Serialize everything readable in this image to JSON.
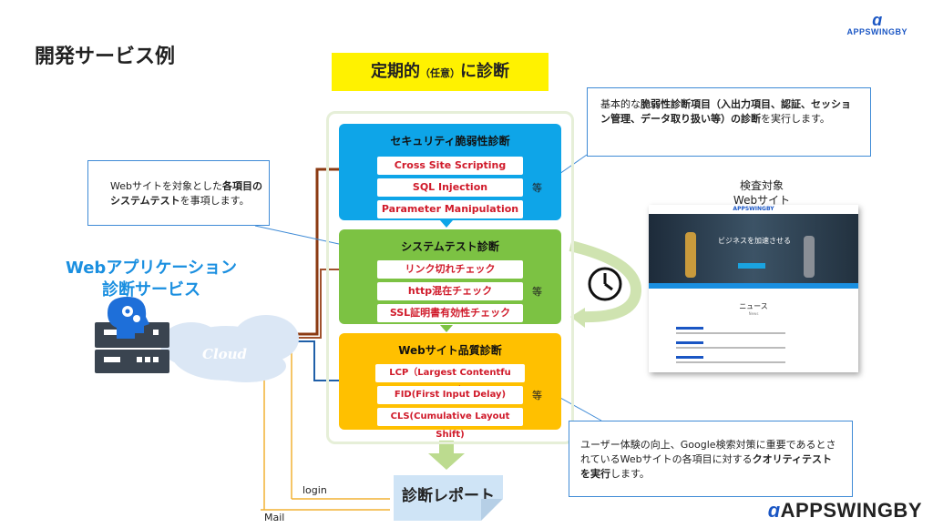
{
  "page_title": "開発サービス例",
  "logo": {
    "small": "APPSWINGBY",
    "large": "APPSWINGBY"
  },
  "banner": {
    "main1": "定期的",
    "small": "（任意）",
    "main2": "に診断"
  },
  "left_callout": {
    "line1_pre": "Webサイトを対象とした",
    "line1_bold": "各項目の",
    "line2_bold": "システムテスト",
    "line2_post": "を事項します。"
  },
  "right_callout": {
    "pre": "基本的な",
    "bold1": "脆弱性診断項目（入出力項目、認証、セッション管理、データ取り扱い等）の診断",
    "post": "を実行します。"
  },
  "bottom_callout": {
    "pre": "ユーザー体験の向上、Google検索対策に重要であるとされているWebサイトの各項目に対する",
    "bold": "クオリティテストを実行",
    "post": "します。"
  },
  "service": {
    "line1": "Webアプリケーション",
    "line2": "診断サービス",
    "cloud": "Cloud"
  },
  "sections": [
    {
      "title": "セキュリティ脆弱性診断",
      "items": [
        "Cross Site Scripting",
        "SQL Injection",
        "Parameter Manipulation"
      ],
      "etc": "等",
      "color": "#0ea5e8"
    },
    {
      "title": "システムテスト診断",
      "items": [
        "リンク切れチェック",
        "http混在チェック",
        "SSL証明書有効性チェック"
      ],
      "etc": "等",
      "color": "#7cc243"
    },
    {
      "title": "Webサイト品質診断",
      "items": [
        "LCP（Largest Contentfu Paint）",
        "FID(First Input Delay)",
        "CLS(Cumulative Layout Shift)"
      ],
      "etc": "等",
      "color": "#ffc000"
    }
  ],
  "report": "診断レポート",
  "flow": {
    "login": "login",
    "mail": "Mail"
  },
  "target": {
    "line1": "検査対象",
    "line2": "Webサイト"
  },
  "screenshot": {
    "brand": "APPSWINGBY",
    "hero": "ビジネスを加速させる",
    "news": "ニュース",
    "news_sub": "News"
  }
}
